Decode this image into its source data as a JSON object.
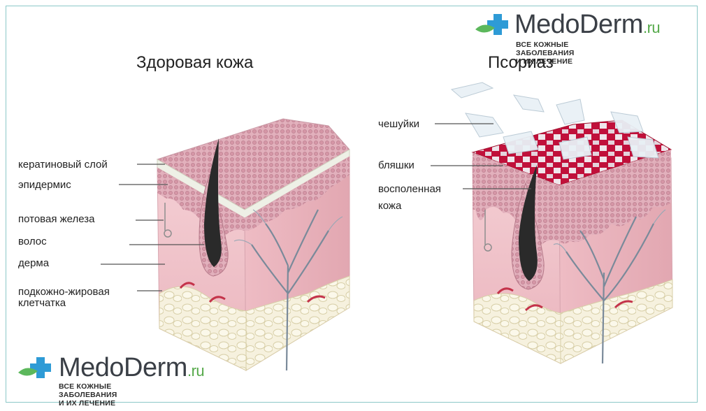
{
  "logo": {
    "brand": "MedoDerm",
    "tld": ".ru",
    "tagline": "ВСЕ КОЖНЫЕ ЗАБОЛЕВАНИЯ И ИХ ЛЕЧЕНИЕ",
    "colors": {
      "cross": "#2e9bd6",
      "leaf": "#5cb85c",
      "text": "#3a3f46"
    }
  },
  "healthy": {
    "title": "Здоровая кожа",
    "labels": {
      "keratin": "кератиновый слой",
      "epidermis": "эпидермис",
      "sweat_gland": "потовая железа",
      "hair": "волос",
      "dermis": "дерма",
      "subcutis_line1": "подкожно-жировая",
      "subcutis_line2": "клетчатка"
    }
  },
  "psoriasis": {
    "title": "Псориаз",
    "labels": {
      "scales": "чешуйки",
      "plaques": "бляшки",
      "inflamed_line1": "восполенная",
      "inflamed_line2": "кожа"
    }
  },
  "colors": {
    "dermis": "#f2c6cc",
    "epidermis": "#e8b0bb",
    "fat": "#f4efd8",
    "plaque": "#c0103a",
    "hair": "#2a2a2a",
    "frame": "#8cc8c8"
  }
}
